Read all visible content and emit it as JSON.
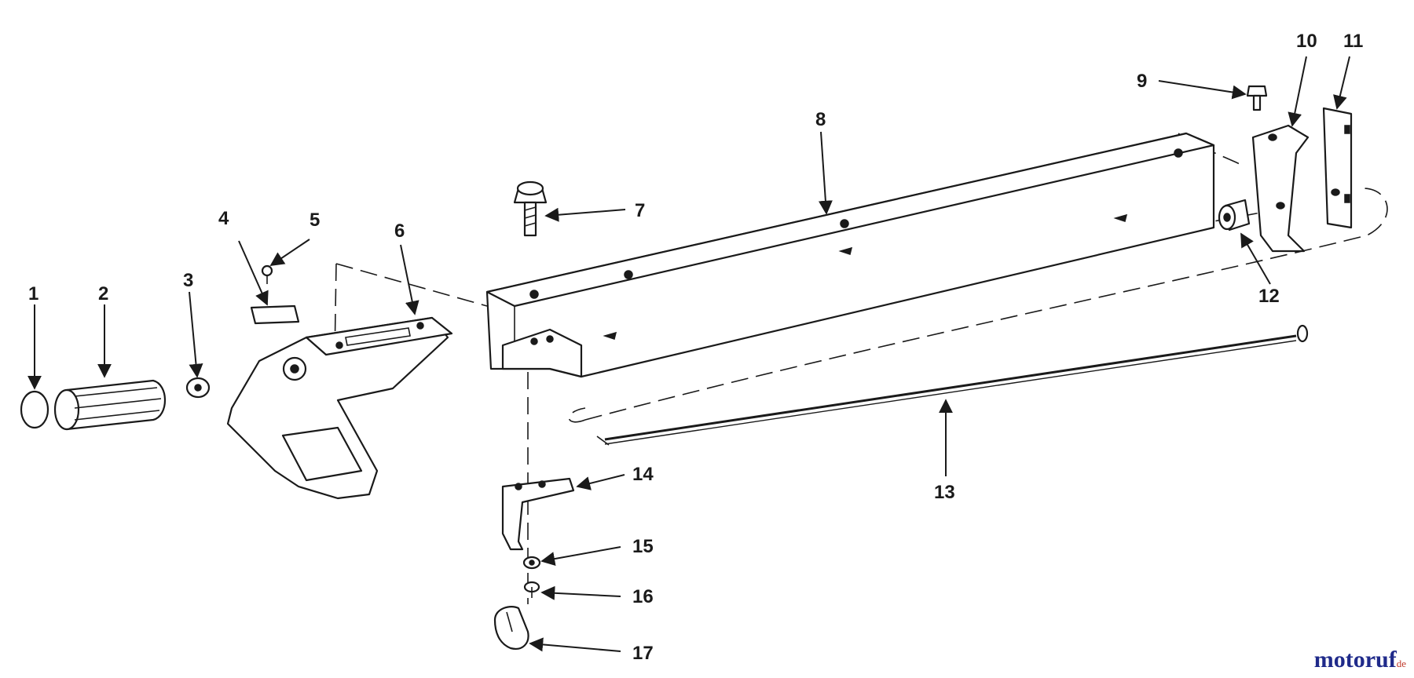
{
  "diagram": {
    "callouts": [
      "1",
      "2",
      "3",
      "4",
      "5",
      "6",
      "7",
      "8",
      "9",
      "10",
      "11",
      "12",
      "13",
      "14",
      "15",
      "16",
      "17"
    ]
  },
  "watermark": {
    "brand": "motoruf",
    "tld": "de"
  },
  "colors": {
    "line": "#1a1a1a",
    "brand": "#1f2a8a",
    "brand_accent": "#c0392b"
  }
}
